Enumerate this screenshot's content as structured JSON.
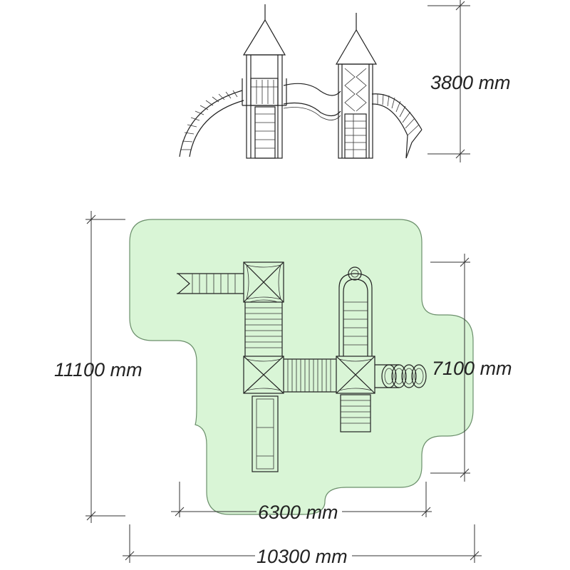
{
  "dimensions": {
    "height": "3800 mm",
    "depth": "11100 mm",
    "depth_inner": "7100 mm",
    "width_inner": "6300 mm",
    "width": "10300 mm"
  },
  "colors": {
    "safety_zone_fill": "#d9f5d6",
    "safety_zone_stroke": "#6b8f6b",
    "line": "#222222"
  }
}
